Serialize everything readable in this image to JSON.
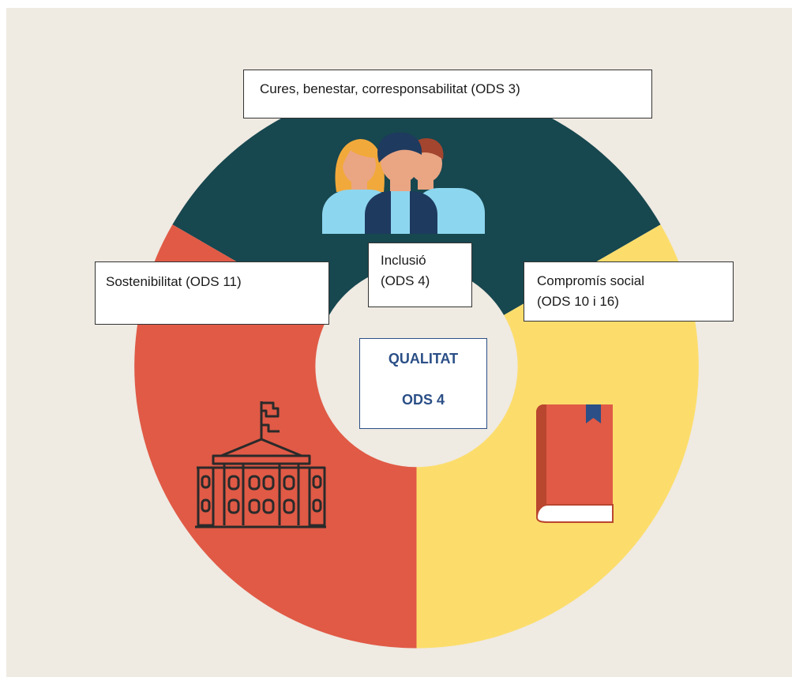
{
  "diagram": {
    "segments": [
      {
        "name": "care",
        "color": "#17474F",
        "icon": "people-group-icon"
      },
      {
        "name": "commitment",
        "color": "#FCDD6C",
        "icon": "book-icon"
      },
      {
        "name": "sustainability",
        "color": "#E05A46",
        "icon": "government-building-icon"
      }
    ],
    "labels": {
      "care": "Cures, benestar, corresponsabilitat (ODS 3)",
      "sustainability": "Sostenibilitat (ODS 11)",
      "inclusion_line1": "Inclusió",
      "inclusion_line2": "(ODS 4)",
      "commitment_line1": "Compromís social",
      "commitment_line2": "(ODS 10 i 16)"
    },
    "center": {
      "line1": "QUALITAT",
      "line2": "ODS 4"
    },
    "colors": {
      "background": "#EFEAE2",
      "center_text": "#2B4F86",
      "center_border": "#2B4F86"
    }
  }
}
